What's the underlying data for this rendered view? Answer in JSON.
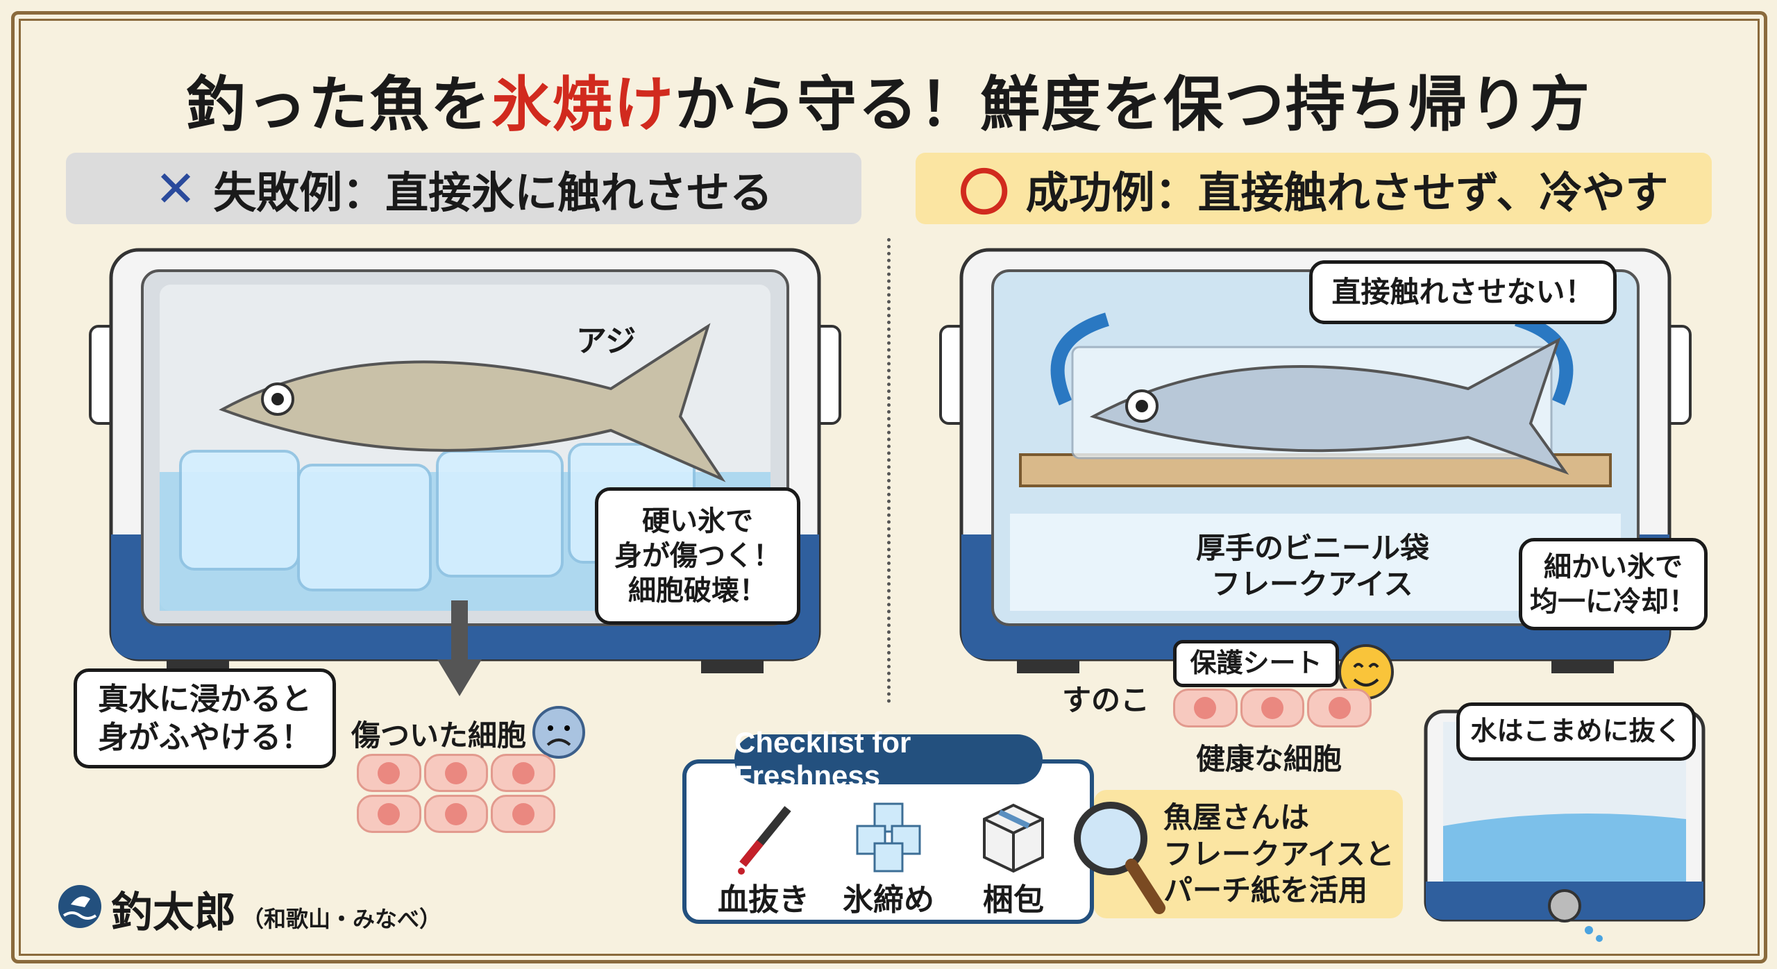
{
  "title": {
    "part1": "釣った魚を",
    "highlight": "氷焼け",
    "part2": "から守る！鮮度を保つ持ち帰り方"
  },
  "colors": {
    "highlight": "#d12a1e",
    "fail_header": "#dcdcdc",
    "success_header": "#fbe5a2",
    "cooler_blue": "#2f5f9e",
    "checklist_navy": "#23507e",
    "frame": "#8a6a3c",
    "background": "#f7f1df"
  },
  "fail": {
    "mark": "✕",
    "header": "失敗例：直接氷に触れさせる",
    "fish_label": "アジ",
    "bubble_hard_ice": [
      "硬い氷で",
      "身が傷つく！",
      "細胞破壊！"
    ],
    "bubble_water": [
      "真水に浸かると",
      "身がふやける！"
    ],
    "damaged_cells": "傷ついた細胞",
    "icons": [
      "cooler-icon",
      "fish-icon",
      "ice-cube-icon",
      "down-arrow-icon",
      "sad-face-icon"
    ]
  },
  "success": {
    "mark": "〇",
    "header": "成功例：直接触れさせず、冷やす",
    "bubble_no_contact": "直接触れさせない！",
    "bag_label": "厚手のビニール袋",
    "flake_label": "フレークアイス",
    "bubble_even": [
      "細かい氷で",
      "均一に冷却！"
    ],
    "sheet_label": "保護シート",
    "sunoko_label": "すのこ",
    "healthy_cells": "健康な細胞",
    "drain_bubble": "水はこまめに抜く",
    "icons": [
      "cooler-icon",
      "fish-icon",
      "circulation-arrow-icon",
      "smiley-icon",
      "drain-cooler-icon"
    ]
  },
  "checklist": {
    "title": "Checklist for Freshness",
    "items": [
      {
        "label": "血抜き",
        "icon": "syringe-icon"
      },
      {
        "label": "氷締め",
        "icon": "ice-cubes-icon"
      },
      {
        "label": "梱包",
        "icon": "box-icon"
      }
    ]
  },
  "tip": {
    "lines": [
      "魚屋さんは",
      "フレークアイスと",
      "パーチ紙を活用"
    ],
    "icon": "magnifier-icon"
  },
  "author": {
    "name": "釣太郎",
    "location": "（和歌山・みなべ）",
    "icon": "logo-fish-wave-icon"
  }
}
